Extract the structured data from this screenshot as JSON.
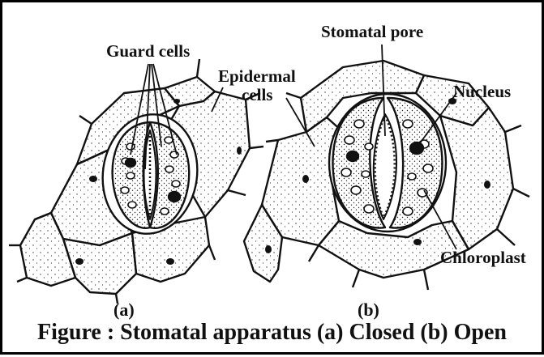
{
  "labels": {
    "guard_cells": "Guard cells",
    "epidermal_line1": "Epidermal",
    "epidermal_line2": "cells",
    "stomatal_pore": "Stomatal pore",
    "nucleus": "Nucleus",
    "chloroplast": "Chloroplast"
  },
  "panels": {
    "a": "(a)",
    "b": "(b)"
  },
  "caption": "Figure :  Stomatal apparatus (a) Closed (b) Open"
}
